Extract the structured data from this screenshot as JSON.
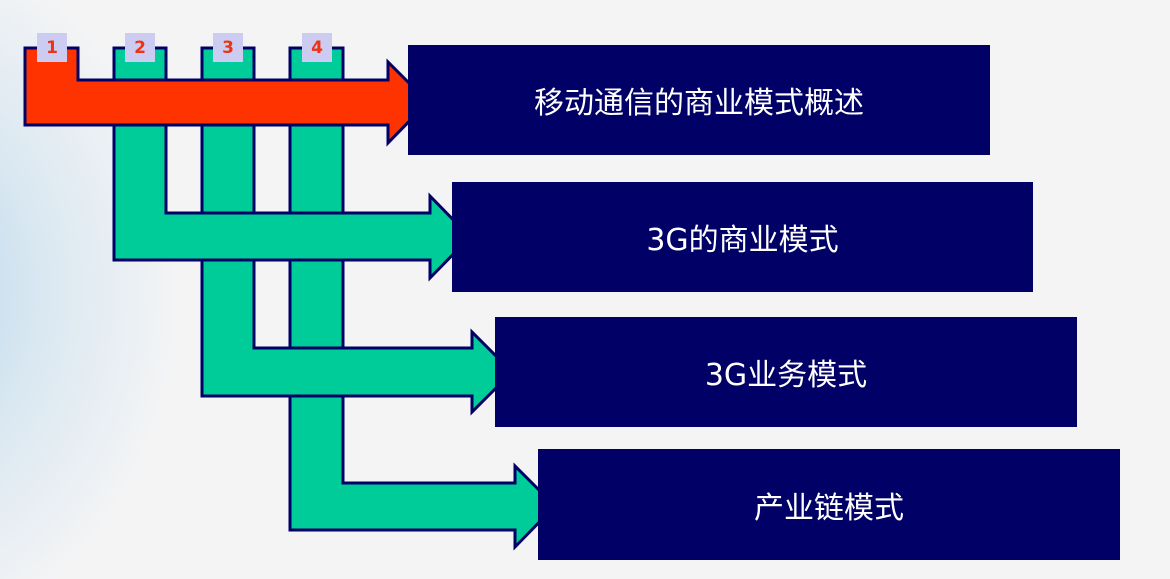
{
  "steps": [
    {
      "number": "1",
      "label": "移动通信的商业模式概述",
      "color": "#ff3300",
      "active": true
    },
    {
      "number": "2",
      "label": "3G的商业模式",
      "color": "#00cc99",
      "active": false
    },
    {
      "number": "3",
      "label": "3G业务模式",
      "color": "#00cc99",
      "active": false
    },
    {
      "number": "4",
      "label": "产业链模式",
      "color": "#00cc99",
      "active": false
    }
  ],
  "colors": {
    "box": "#000066",
    "outline": "#000066",
    "badge": "#ccccf2"
  }
}
